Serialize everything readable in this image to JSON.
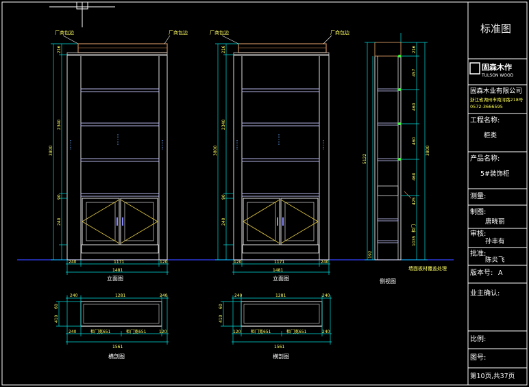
{
  "title_block": {
    "heading": "标准图",
    "logo_cn": "固森木作",
    "logo_en": "TULSON WOOD",
    "company": "固森木业有限公司",
    "address": "浙江省湖州市南浔路218号",
    "phone": "0572-3666595",
    "project_label": "工程名称:",
    "project_value": "柜类",
    "product_label": "产品名称:",
    "product_value": "5#装饰柜",
    "survey_label": "测量:",
    "drawn_label": "制图:",
    "drawn_value": "唐晓丽",
    "check_label": "审核:",
    "check_value": "孙丰有",
    "approve_label": "批准:",
    "approve_value": "陈炎飞",
    "version_label": "版本号:",
    "version_value": "A",
    "owner_label": "业主确认:",
    "scale_label": "比例:",
    "drawing_no_label": "图号:",
    "page_info": "第10页,共37页"
  },
  "elevations": [
    {
      "caption": "立面图",
      "callout_left": "厂商包边",
      "callout_right": "厂商包边",
      "dim_bottom": [
        "240",
        "1171",
        "120"
      ],
      "dim_total": "1481",
      "dim_left": [
        "216",
        "2340",
        "90",
        "240"
      ],
      "dim_left2": "3800"
    },
    {
      "caption": "立面图",
      "callout_left": "厂商包边",
      "callout_right": "厂商包边",
      "dim_bottom": [
        "120",
        "1171",
        "240"
      ],
      "dim_total": "1481",
      "dim_left": [
        "216",
        "2340",
        "90",
        "240"
      ],
      "dim_left2": "3800"
    }
  ],
  "side_view": {
    "caption": "侧视图",
    "dim_right": [
      "216",
      "457",
      "460",
      "460",
      "460",
      "425",
      "1035"
    ],
    "dim_right_total": "3800",
    "left_total": "5122",
    "bottom_dim": "192",
    "note": "墙面板材覆盖处理",
    "door_note": "柜门"
  },
  "plans": [
    {
      "caption": "横剖图",
      "dim_top": [
        "240",
        "1281",
        "240"
      ],
      "dim_bottom": [
        "240",
        "柜门宽651",
        "柜门宽651",
        "120"
      ],
      "dim_total": "1561",
      "dim_left": [
        "60",
        "410"
      ]
    },
    {
      "caption": "横剖图",
      "dim_top": [
        "240",
        "1281",
        "240"
      ],
      "dim_bottom": [
        "120",
        "柜门宽651",
        "柜门宽651",
        "240"
      ],
      "dim_total": "1561",
      "dim_left": [
        "60",
        "410"
      ]
    }
  ],
  "colors": {
    "background": "#000000",
    "frame": "#ffffff",
    "cabinet": "#e8e8e8",
    "dimension": "#00e0e0",
    "callout": "#ffff66",
    "crown": "#c58a5a",
    "door_diagonal": "#d8c040",
    "shelf_green": "#33ff33",
    "ground": "#3344ff"
  }
}
